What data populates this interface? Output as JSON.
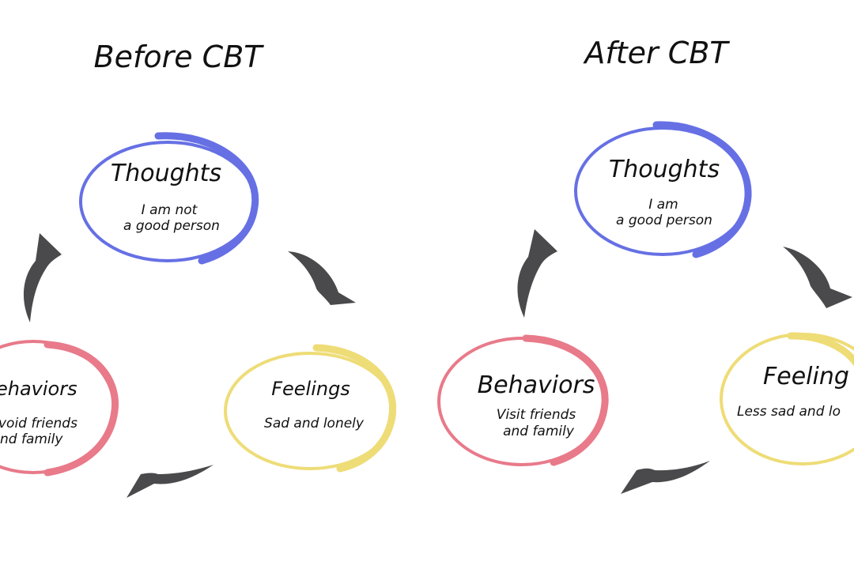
{
  "colors": {
    "thoughts": "#6670e4",
    "feelings": "#eedc77",
    "behaviors": "#e87a8a",
    "arrow": "#4a4a4c"
  },
  "before": {
    "title": "Before CBT",
    "thoughts": {
      "title": "Thoughts",
      "line1": "I am not",
      "line2": "a good person"
    },
    "feelings": {
      "title": "Feelings",
      "line1": "Sad and lonely"
    },
    "behaviors": {
      "title": "ehaviors",
      "line1": "void friends",
      "line2": "nd family"
    }
  },
  "after": {
    "title": "After CBT",
    "thoughts": {
      "title": "Thoughts",
      "line1": "I am",
      "line2": "a good person"
    },
    "feelings": {
      "title": "Feeling",
      "line1": "Less sad and lo"
    },
    "behaviors": {
      "title": "Behaviors",
      "line1": "Visit friends",
      "line2": "and family"
    }
  }
}
